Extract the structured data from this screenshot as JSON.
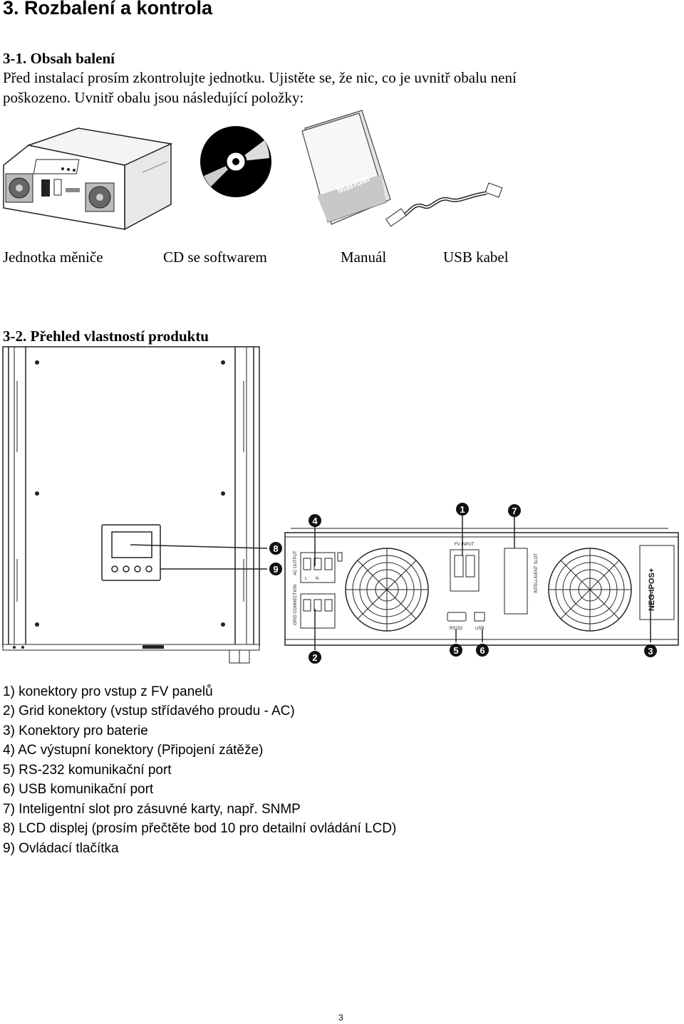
{
  "heading": "3. Rozbalení a kontrola",
  "section1": {
    "title": "3-1. Obsah balení",
    "line1": "Před instalací prosím zkontrolujte jednotku. Ujistěte se, že nic, co je uvnitř obalu není",
    "line2": "poškozeno. Uvnitř obalu jsou následující položky:"
  },
  "package_items": [
    {
      "caption": "Jednotka měniče"
    },
    {
      "caption": "CD se softwarem"
    },
    {
      "caption": "Manuál",
      "cover_text": "Manual"
    },
    {
      "caption": "USB kabel"
    }
  ],
  "section2": {
    "title": "3-2. Přehled vlastností produktu"
  },
  "device_labels": {
    "ac_output": "AC OUTPUT",
    "grid_connection": "GRID CONNECTION",
    "fv_input": "FV INPUT",
    "intelligent_slot": "INTELLIGENT SLOT",
    "rs232": "RS232",
    "usb": "USB",
    "brand": "NEG-IPOS+",
    "terminal_l": "L",
    "terminal_n": "N"
  },
  "callouts": [
    "1",
    "2",
    "3",
    "4",
    "5",
    "6",
    "7",
    "8",
    "9"
  ],
  "features": [
    "1) konektory pro vstup z FV panelů",
    "2) Grid konektory (vstup střídavého proudu - AC)",
    "3) Konektory pro baterie",
    "4) AC výstupní konektory (Připojení zátěže)",
    "5) RS-232 komunikační port",
    "6) USB komunikační port",
    "7) Inteligentní slot pro zásuvné karty, např. SNMP",
    "8) LCD displej (prosím přečtěte bod 10 pro detailní ovládání LCD)",
    "9) Ovládací tlačítka"
  ],
  "page_number": "3"
}
